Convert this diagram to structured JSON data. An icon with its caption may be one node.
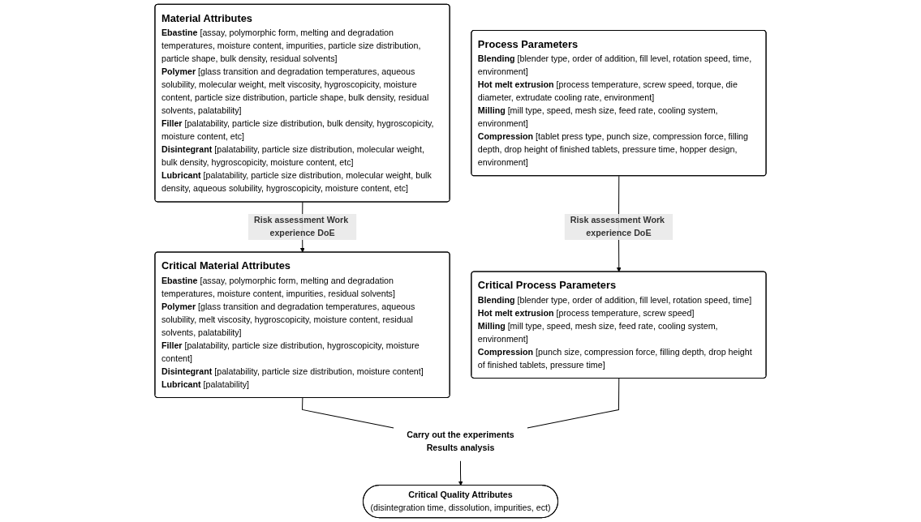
{
  "diagram": {
    "nodes": [
      {
        "text": [
          "Material Attributes",
          "**Ebastine** [assay, polymorphic form, melting and degradation temperatures, moisture content, impurities, particle size distribution, particle shape, bulk density, residual solvents]",
          "**Polymer** [glass transition and degradation temperatures, aqueous solubility, molecular weight, melt viscosity, hygroscopicity, moisture content, particle size distribution, particle shape, bulk density, residual solvents, palatability]",
          "**Filler** [palatability, particle size distribution, bulk density, hygroscopicity, moisture content, etc]",
          "**Disintegrant** [palatability, particle size distribution, molecular weight, bulk density, hygroscopicity, moisture content, etc]",
          "**Lubricant** [palatability, particle size distribution, molecular weight, bulk density, aqueous solubility, hygroscopicity, moisture content, etc]"
        ]
      },
      {
        "text": [
          "Process Parameters",
          "**Blending** [blender type, order of addition, fill level, rotation speed, time, environment]",
          "**Hot melt extrusion** [process temperature, screw speed, torque, die diameter, extrudate cooling rate, environment]",
          "**Milling** [mill type, speed, mesh size, feed rate, cooling system, environment]",
          "**Compression** [tablet press type, punch size, compression force, filling depth, drop height of finished tablets, pressure time, hopper design, environment]"
        ]
      },
      {
        "text": [
          "Critical Material Attributes",
          "**Ebastine** [assay, polymorphic form, melting and degradation temperatures, moisture content, impurities, residual solvents]",
          "**Polymer** [glass transition and degradation temperatures, aqueous solubility, melt viscosity, hygroscopicity, moisture content, residual solvents, palatability]",
          "**Filler** [palatability, particle size distribution, hygroscopicity, moisture content]",
          "**Disintegrant** [palatability, particle size distribution, moisture content]",
          "**Lubricant** [palatability]"
        ]
      },
      {
        "text": [
          "Critical Process Parameters",
          "**Blending** [blender type, order of addition, fill level, rotation speed, time]",
          "**Hot melt extrusion** [process temperature, screw speed]",
          "**Milling** [mill type, speed, mesh size, feed rate, cooling system, environment]",
          "**Compression** [punch size, compression force, filling depth, drop height of finished tablets, pressure time]"
        ]
      },
      {
        "text": [
          "Carry out the experiments",
          "Results analysis"
        ]
      },
      {
        "text": [
          "Critical Quality Attributes",
          "(disintegration time, dissolution, impurities, ect)"
        ]
      }
    ],
    "edges": [
      {
        "from": 0,
        "to": 2,
        "arrow": "to",
        "label": "Risk assessment Work experience DoE"
      },
      {
        "from": 1,
        "to": 3,
        "arrow": "to",
        "label": "Risk assessment Work experience DoE"
      },
      {
        "from": 2,
        "to": 4,
        "arrow": "none"
      },
      {
        "from": 3,
        "to": 4,
        "arrow": "none"
      },
      {
        "from": 4,
        "to": 5,
        "arrow": "to"
      }
    ]
  }
}
